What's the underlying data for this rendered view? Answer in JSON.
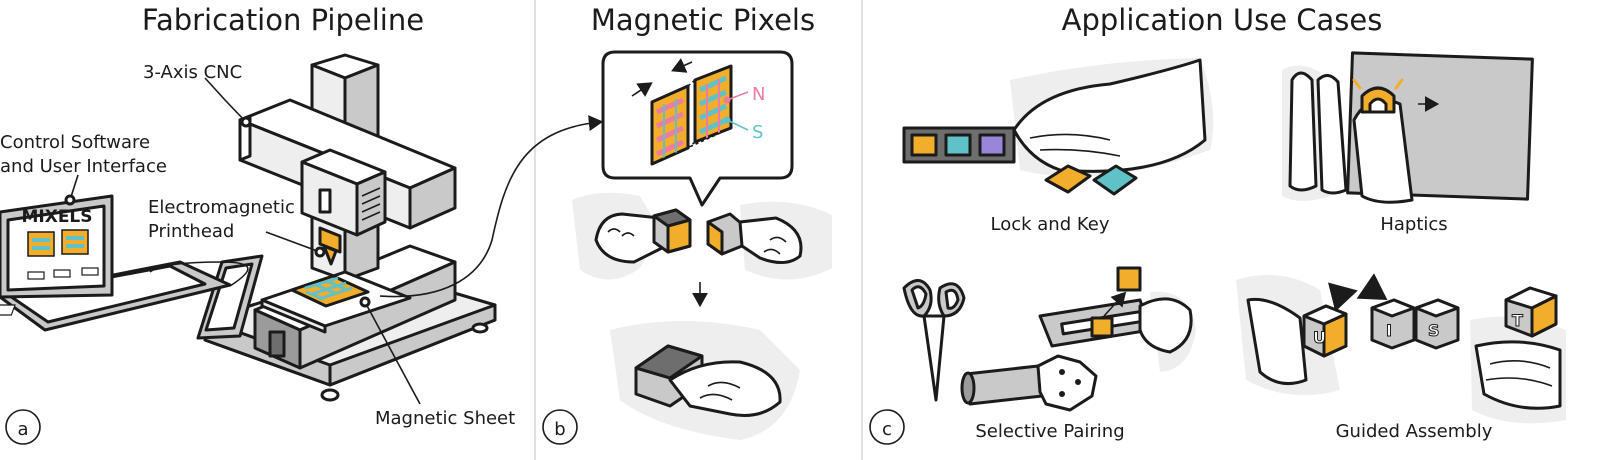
{
  "panels": {
    "a": {
      "title": "Fabrication Pipeline",
      "letter": "a",
      "labels": {
        "cnc": "3-Axis CNC",
        "software_1": "Control Software",
        "software_2": "and User Interface",
        "printhead_1": "Electromagnetic",
        "printhead_2": "Printhead",
        "sheet": "Magnetic Sheet",
        "screen_text": "MIXELS"
      }
    },
    "b": {
      "title": "Magnetic Pixels",
      "letter": "b",
      "labels": {
        "north": "N",
        "south": "S"
      }
    },
    "c": {
      "title": "Application Use Cases",
      "letter": "c",
      "cases": [
        "Lock and Key",
        "Haptics",
        "Selective Pairing",
        "Guided Assembly"
      ],
      "cube_letters": [
        "U",
        "I",
        "S",
        "T"
      ]
    }
  },
  "colors": {
    "accent": "#f2ad2a",
    "teal": "#5fc2c8",
    "pink": "#ee7ba4",
    "purple": "#9a86d8",
    "ink": "#1b1b1b",
    "skin": "#eeeeee",
    "divider": "#d5d5d5"
  }
}
